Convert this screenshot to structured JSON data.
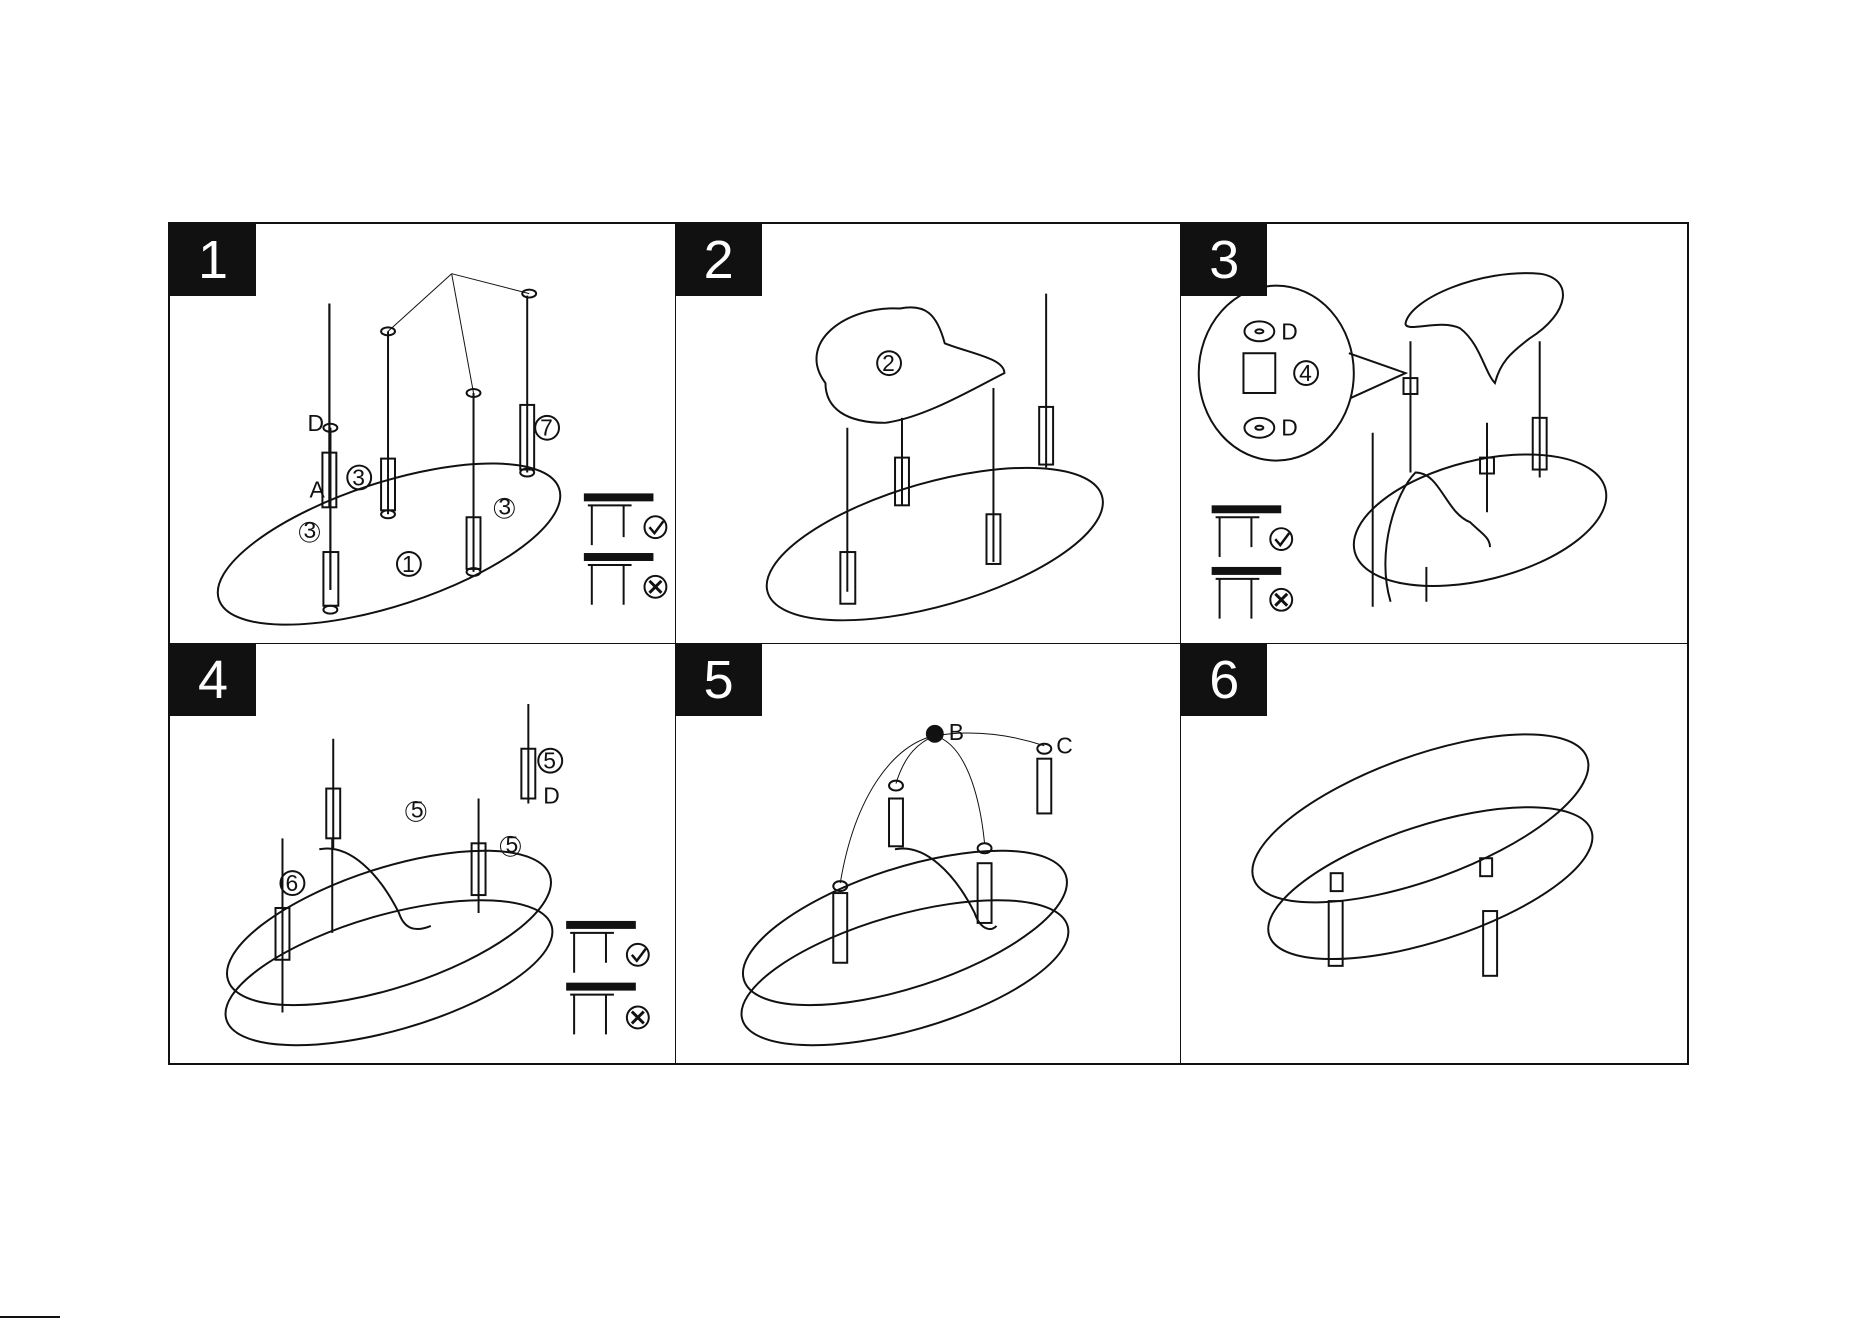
{
  "steps": [
    {
      "number": "1",
      "labels": {
        "letter_d": "D",
        "letter_a": "A",
        "part_1": "1",
        "part_3a": "3",
        "part_3b": "3",
        "part_3c": "3",
        "part_7": "7"
      }
    },
    {
      "number": "2",
      "labels": {
        "part_2": "2"
      }
    },
    {
      "number": "3",
      "labels": {
        "letter_d_top": "D",
        "letter_d_bottom": "D",
        "part_4": "4"
      }
    },
    {
      "number": "4",
      "labels": {
        "part_5a": "5",
        "part_5b": "5",
        "part_5c": "5",
        "part_6": "6",
        "letter_d": "D"
      }
    },
    {
      "number": "5",
      "labels": {
        "letter_b": "B",
        "letter_c": "C"
      }
    },
    {
      "number": "6",
      "labels": {}
    }
  ],
  "icons": {
    "correct": "check-circle-icon",
    "incorrect": "x-circle-icon"
  }
}
